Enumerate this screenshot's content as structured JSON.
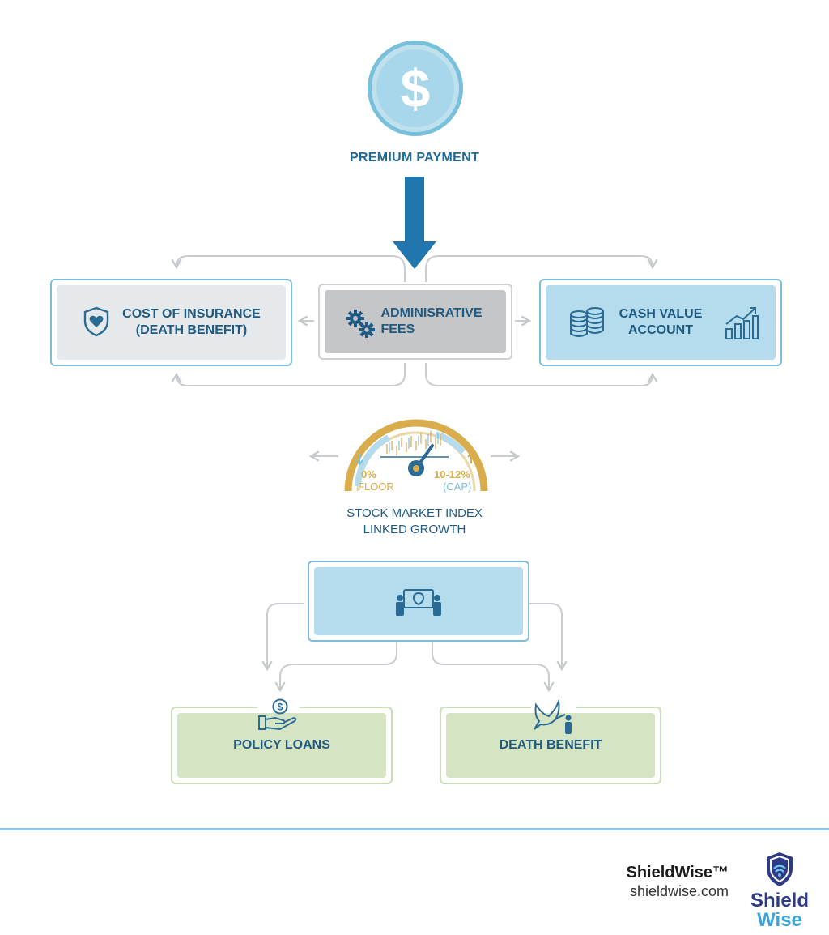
{
  "premium": {
    "label": "PREMIUM PAYMENT",
    "icon": "dollar-circle-icon",
    "glyph": "$"
  },
  "boxes": {
    "cost_of_insurance": {
      "label": "COST OF INSURANCE\n(DEATH BENEFIT)",
      "icon": "heart-shield-icon"
    },
    "administrative_fees": {
      "label": "ADMINISRATIVE\nFEES",
      "icon": "gears-icon"
    },
    "cash_value": {
      "label": "CASH VALUE\nACCOUNT",
      "icons": [
        "coin-stack-icon",
        "growth-chart-icon"
      ]
    }
  },
  "index": {
    "floor_value": "0%",
    "floor_label": "FLOOR",
    "cap_value": "10-12%",
    "cap_label": "(CAP)",
    "label": "STOCK MARKET INDEX\nLINKED GROWTH",
    "icon": "gauge-icon"
  },
  "distribution": {
    "icon": "people-exchange-icon"
  },
  "outcomes": {
    "policy_loans": {
      "label": "POLICY LOANS",
      "icon": "hand-dollar-icon"
    },
    "death_benefit": {
      "label": "DEATH BENEFIT",
      "icon": "dove-person-icon"
    }
  },
  "footer": {
    "brand": "ShieldWise™",
    "url": "shieldwise.com",
    "logo_word_1": "Shield",
    "logo_word_2": "Wise"
  },
  "colors": {
    "dark_blue": "#1f5a82",
    "arrow_blue": "#2177ad",
    "light_blue": "#b5dcec",
    "gray": "#c4c6c8",
    "green": "#d5e5c3",
    "gold": "#d9ad4c",
    "connector": "#c9cdd1"
  }
}
